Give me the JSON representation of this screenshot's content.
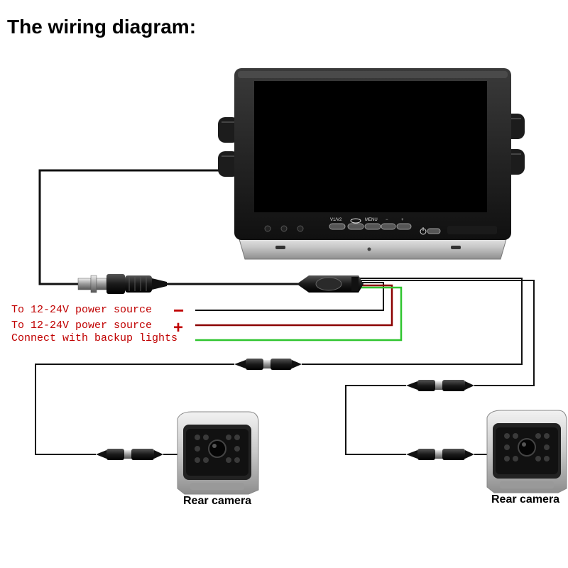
{
  "title": "The wiring diagram:",
  "labels": {
    "power_negative": "To 12-24V power source",
    "power_positive": "To 12-24V power source",
    "backup_lights": "Connect with backup lights",
    "negative_sign": "−",
    "positive_sign": "+"
  },
  "cameras": {
    "left": "Rear camera",
    "right": "Rear camera"
  },
  "monitor": {
    "buttons": [
      "V1/V2",
      "MENU",
      "−",
      "+"
    ]
  },
  "colors": {
    "wire_black": "#111111",
    "wire_red": "#8b0000",
    "wire_green": "#2fc52f",
    "label_red": "#c00000"
  }
}
